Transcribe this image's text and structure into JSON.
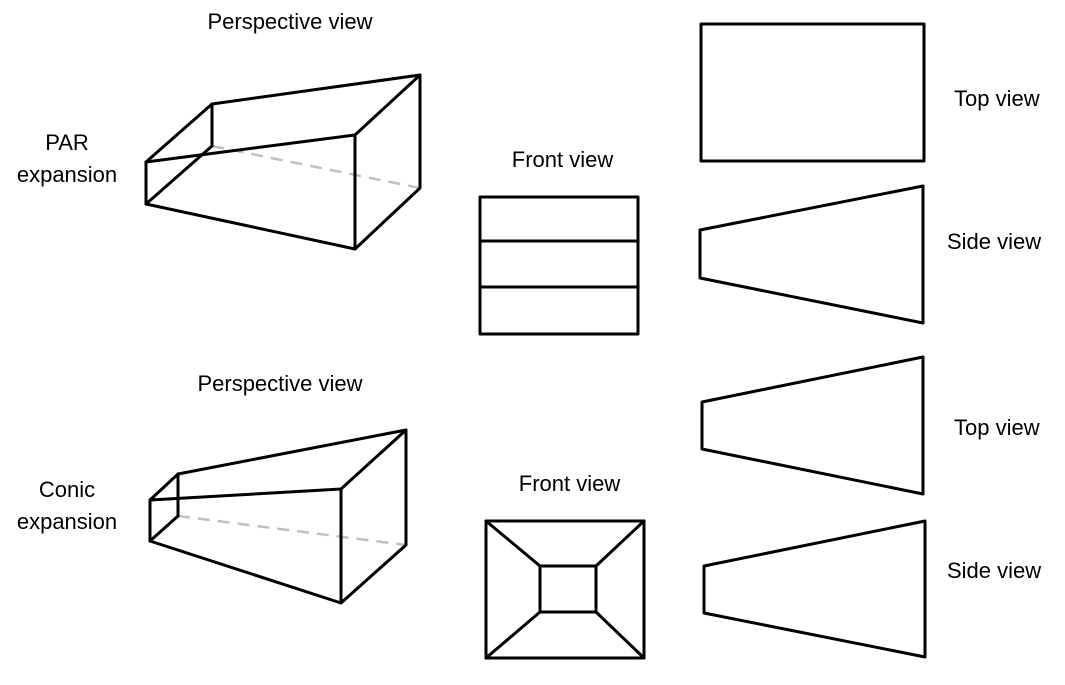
{
  "colors": {
    "ink": "#000000",
    "hidden_edge": "#c0c0c0",
    "background": "#ffffff"
  },
  "par": {
    "row_label": "PAR expansion",
    "perspective_label": "Perspective view",
    "front_label": "Front view",
    "top_label": "Top view",
    "side_label": "Side view"
  },
  "conic": {
    "row_label": "Conic expansion",
    "perspective_label": "Perspective view",
    "front_label": "Front view",
    "top_label": "Top view",
    "side_label": "Side view"
  }
}
